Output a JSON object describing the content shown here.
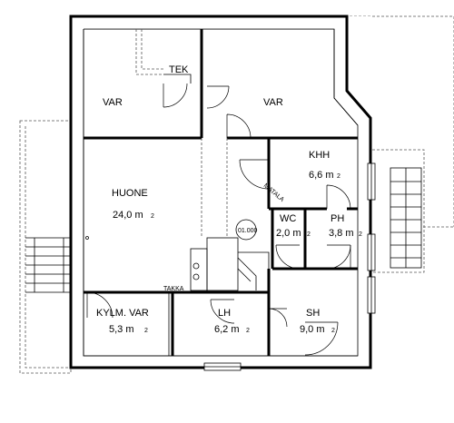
{
  "rooms": {
    "var_left": {
      "name": "VAR"
    },
    "var_right": {
      "name": "VAR"
    },
    "tek": {
      "name": "TEK"
    },
    "khh": {
      "name": "KHH",
      "area": "6,6 m",
      "unit_sup": "2"
    },
    "huone": {
      "name": "HUONE",
      "area": "24,0 m",
      "unit_sup": "2"
    },
    "wc": {
      "name": "WC",
      "area": "2,0 m",
      "unit_sup": "2"
    },
    "ph": {
      "name": "PH",
      "area": "3,8 m",
      "unit_sup": "2"
    },
    "kylm_var": {
      "name": "KYLM. VAR",
      "area": "5,3 m",
      "unit_sup": "2"
    },
    "lh": {
      "name": "LH",
      "area": "6,2 m",
      "unit_sup": "2"
    },
    "sh": {
      "name": "SH",
      "area": "9,0 m",
      "unit_sup": "2"
    }
  },
  "annotations": {
    "matala": "MATALA",
    "takka": "TAKKA",
    "level": "01.000"
  }
}
